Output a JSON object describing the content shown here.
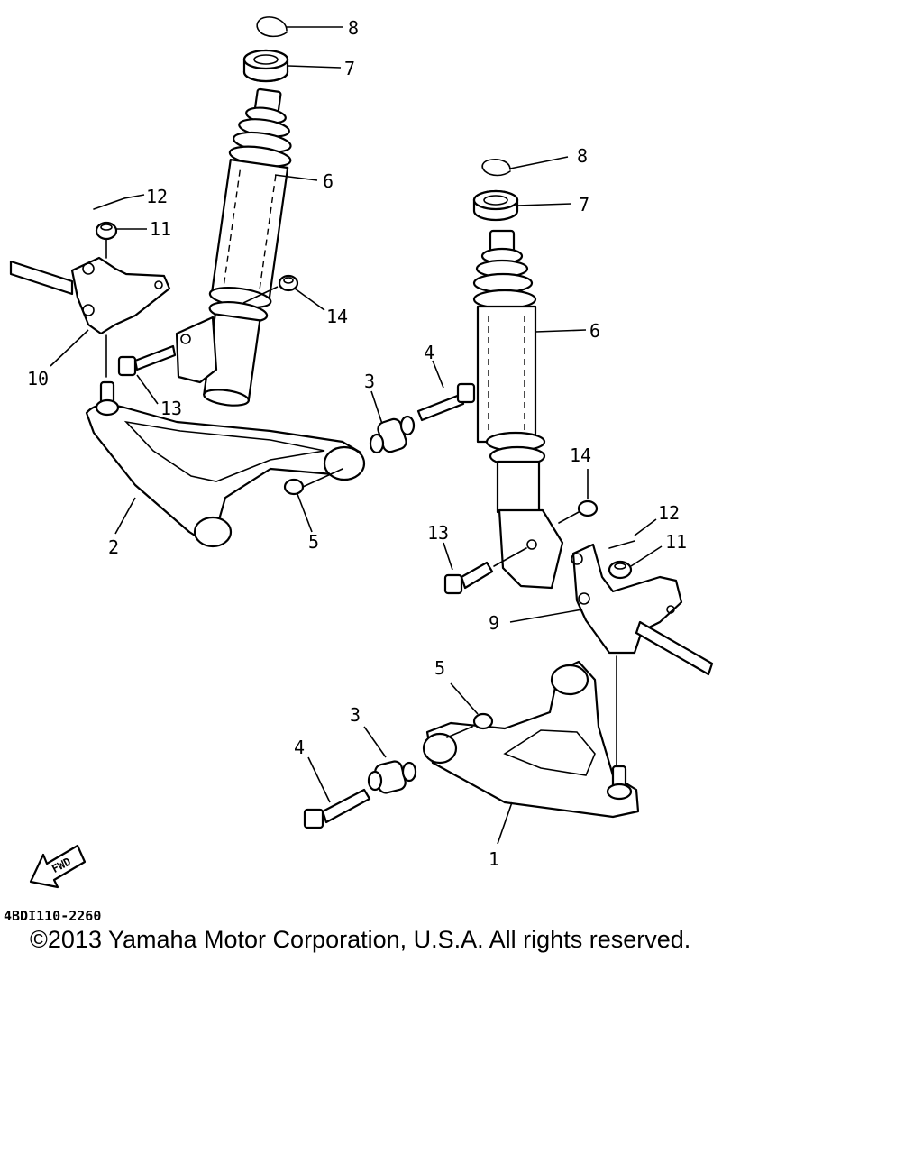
{
  "diagram": {
    "callouts": {
      "c1": "1",
      "c2": "2",
      "c3a": "3",
      "c3b": "3",
      "c4a": "4",
      "c4b": "4",
      "c5a": "5",
      "c5b": "5",
      "c6a": "6",
      "c6b": "6",
      "c7a": "7",
      "c7b": "7",
      "c8a": "8",
      "c8b": "8",
      "c9": "9",
      "c10": "10",
      "c11a": "11",
      "c11b": "11",
      "c12a": "12",
      "c12b": "12",
      "c13a": "13",
      "c13b": "13",
      "c14a": "14",
      "c14b": "14"
    },
    "fwd_label": "FWD",
    "part_code": "4BDI110-2260",
    "copyright": "©2013 Yamaha Motor Corporation, U.S.A. All rights reserved."
  }
}
